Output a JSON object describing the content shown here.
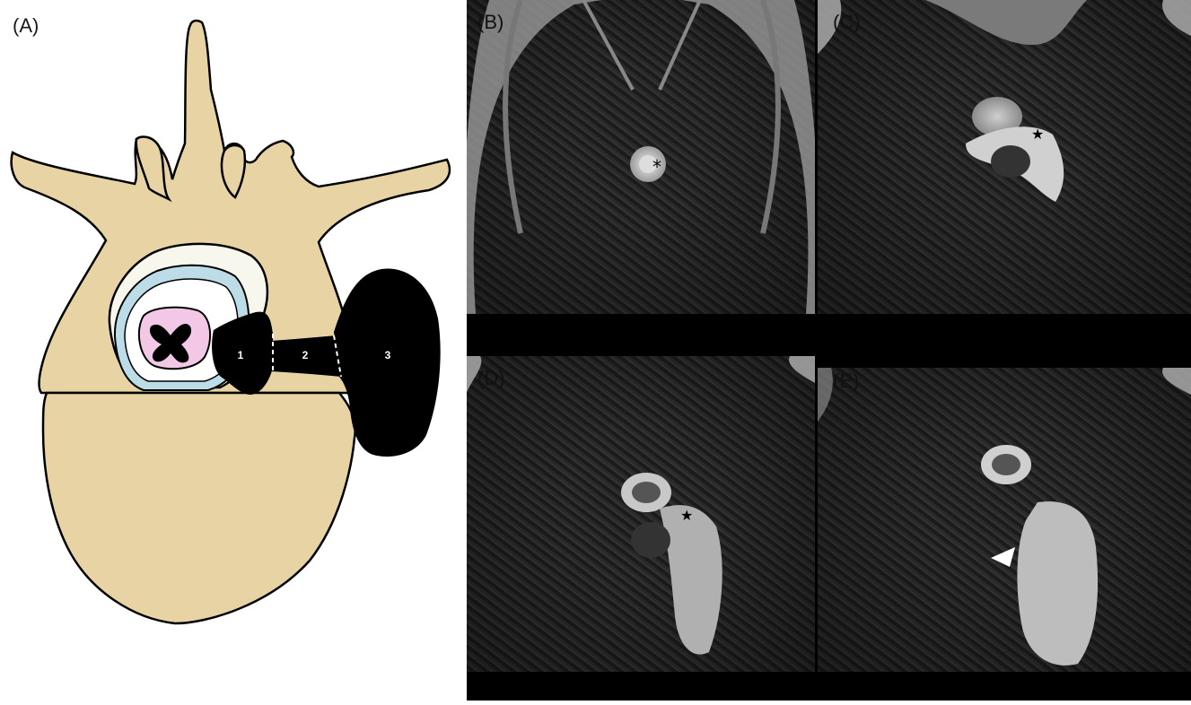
{
  "panels": {
    "a": {
      "label": "(A)"
    },
    "b": {
      "label": "(B)"
    },
    "c": {
      "label": "(C)"
    },
    "d": {
      "label": "(D)"
    },
    "e": {
      "label": "(E)"
    }
  },
  "diagram": {
    "segments": [
      {
        "number": "1"
      },
      {
        "number": "2"
      },
      {
        "number": "3"
      }
    ],
    "colors": {
      "bone": "#e8d3a5",
      "canal": "#f7f7ee",
      "dura": "#bcdde8",
      "cord": "#f2c8e6",
      "mass": "#000000",
      "outline": "#000000"
    }
  },
  "markers": {
    "asterisk": "*",
    "star_c": "★",
    "star_d": "★",
    "arrowhead_icon": "arrowhead-icon"
  }
}
